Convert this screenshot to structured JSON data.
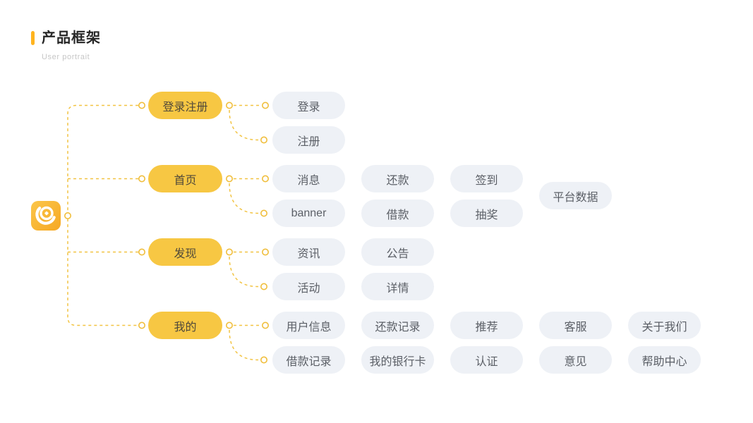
{
  "header": {
    "title": "产品框架",
    "subtitle": "User portrait"
  },
  "colors": {
    "accent_bar": "#FFB41F",
    "node_yellow": "#F7C743",
    "node_gray": "#EEF1F6",
    "connector_line": "#F2C443",
    "yellow_text": "#50493A",
    "gray_text": "#5B5F66",
    "logo_gradient_start": "#FBC64A",
    "logo_gradient_end": "#F6A823"
  },
  "logo": {
    "name": "app-logo"
  },
  "tree": {
    "groups": [
      {
        "label": "登录注册",
        "children": [
          "登录",
          "注册"
        ]
      },
      {
        "label": "首页",
        "children": [
          "消息",
          "banner",
          "还款",
          "借款",
          "签到",
          "抽奖",
          "平台数据"
        ]
      },
      {
        "label": "发现",
        "children": [
          "资讯",
          "活动",
          "公告",
          "详情"
        ]
      },
      {
        "label": "我的",
        "children": [
          "用户信息",
          "借款记录",
          "还款记录",
          "我的银行卡",
          "推荐",
          "认证",
          "客服",
          "意见",
          "关于我们",
          "帮助中心"
        ]
      }
    ]
  }
}
